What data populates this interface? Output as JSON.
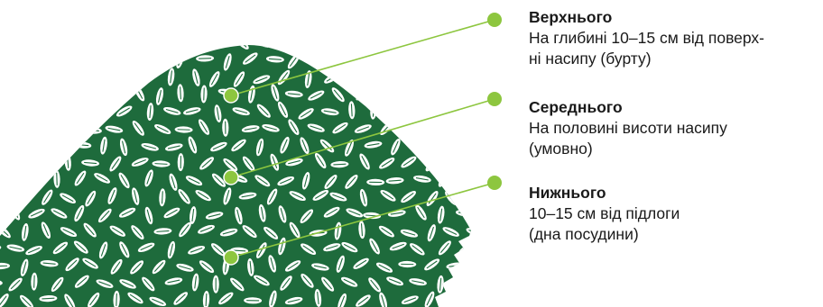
{
  "colors": {
    "pile": "#1e6b3c",
    "grain": "#ffffff",
    "leader_line": "#8dc63f",
    "marker_dot": "#8dc63f",
    "text": "#1a1a1a"
  },
  "layers": [
    {
      "key": "top",
      "title": "Верхнього",
      "description": "На глибині 10–15 см від поверх-\nні насипу (бурту)"
    },
    {
      "key": "middle",
      "title": "Середнього",
      "description": "На половині висоти насипу\n(умовно)"
    },
    {
      "key": "bottom",
      "title": "Нижнього",
      "description": "10–15 см від підлоги\n(дна посудини)"
    }
  ]
}
